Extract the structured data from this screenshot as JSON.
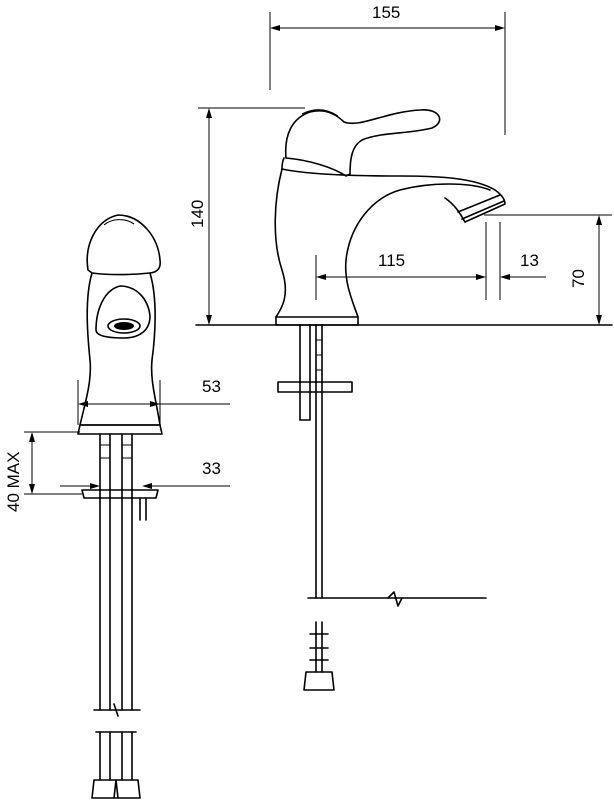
{
  "dimensions": {
    "overall_width": "155",
    "overall_height": "140",
    "spout_reach": "115",
    "spout_outlet": "13",
    "spout_height": "70",
    "base_diameter": "53",
    "hole_diameter": "33",
    "max_deck_thickness": "40 MAX"
  }
}
